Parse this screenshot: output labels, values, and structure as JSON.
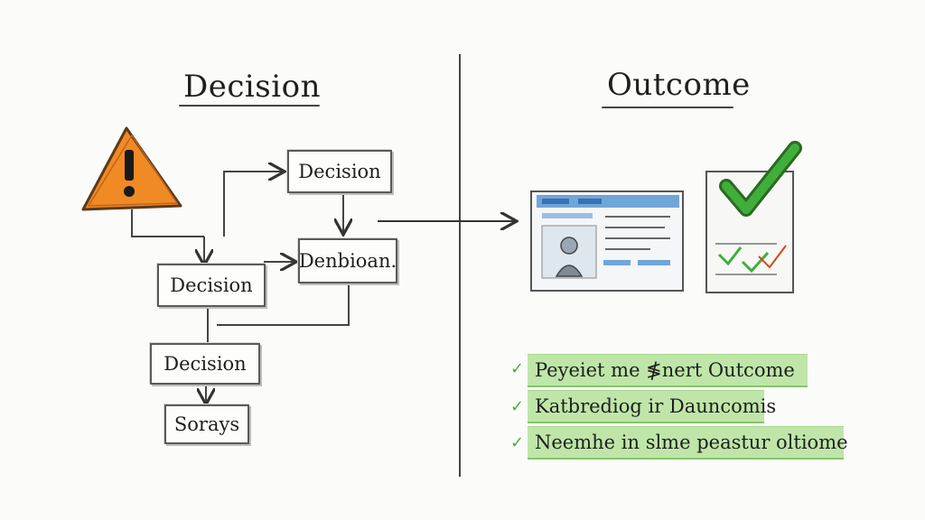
{
  "left_section": {
    "title": "Decision",
    "warning_icon": "warning-triangle-icon",
    "boxes": [
      {
        "label": "Decision"
      },
      {
        "label": "Denbioan."
      },
      {
        "label": "Decision"
      },
      {
        "label": "Decision"
      },
      {
        "label": "Sorays"
      }
    ]
  },
  "right_section": {
    "title": "Outcome",
    "document_icon": "document-window-icon",
    "checklist_icon": "checkmark-checklist-icon",
    "outcomes": [
      {
        "text": "Peyeiet me ≸nert Outcome"
      },
      {
        "text": "Katbrediog ir Dauncomis"
      },
      {
        "text": "Neemhe in slme peastur oltiome"
      }
    ]
  },
  "colors": {
    "warning_fill": "#f08a24",
    "warning_stroke": "#5a3a1a",
    "check_green": "#3fae3a",
    "highlight_green": "#bfe6a8",
    "screen_blue": "#6fa6d8"
  }
}
